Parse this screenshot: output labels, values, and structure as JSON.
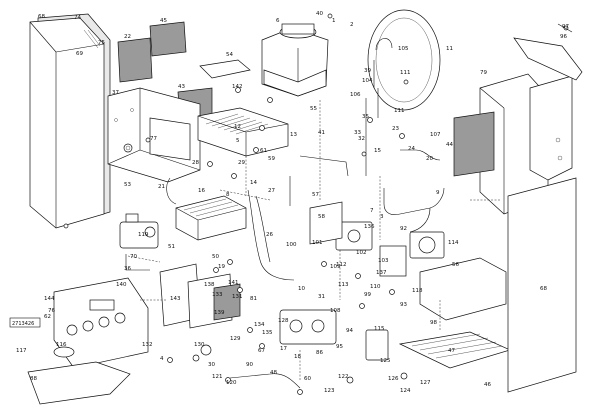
{
  "diagram": {
    "reference_code": "2713426",
    "labels": [
      {
        "id": "l74",
        "text": "74"
      },
      {
        "id": "l68a",
        "text": "68"
      },
      {
        "id": "l69",
        "text": "69"
      },
      {
        "id": "l75",
        "text": "75"
      },
      {
        "id": "l22",
        "text": "22"
      },
      {
        "id": "l45",
        "text": "45"
      },
      {
        "id": "l37",
        "text": "37"
      },
      {
        "id": "l43",
        "text": "43"
      },
      {
        "id": "l6",
        "text": "6"
      },
      {
        "id": "l40",
        "text": "40"
      },
      {
        "id": "l1",
        "text": "1"
      },
      {
        "id": "l54",
        "text": "54"
      },
      {
        "id": "l11",
        "text": "11"
      },
      {
        "id": "l105",
        "text": "105"
      },
      {
        "id": "l104",
        "text": "104"
      },
      {
        "id": "l111a",
        "text": "111"
      },
      {
        "id": "l106",
        "text": "106"
      },
      {
        "id": "l96",
        "text": "96"
      },
      {
        "id": "l97",
        "text": "97"
      },
      {
        "id": "l79",
        "text": "79"
      },
      {
        "id": "l142",
        "text": "142"
      },
      {
        "id": "l55",
        "text": "55"
      },
      {
        "id": "l41",
        "text": "41"
      },
      {
        "id": "l13",
        "text": "13"
      },
      {
        "id": "l12",
        "text": "12"
      },
      {
        "id": "l44",
        "text": "44"
      },
      {
        "id": "l15",
        "text": "15"
      },
      {
        "id": "l53",
        "text": "53"
      },
      {
        "id": "l21",
        "text": "21"
      },
      {
        "id": "l16",
        "text": "16"
      },
      {
        "id": "l57",
        "text": "57"
      },
      {
        "id": "l27",
        "text": "27"
      },
      {
        "id": "l9",
        "text": "9"
      },
      {
        "id": "l3",
        "text": "3"
      },
      {
        "id": "l58",
        "text": "58"
      },
      {
        "id": "l114",
        "text": "114"
      },
      {
        "id": "l136",
        "text": "136"
      },
      {
        "id": "l92",
        "text": "92"
      },
      {
        "id": "l26",
        "text": "26"
      },
      {
        "id": "l51",
        "text": "51"
      },
      {
        "id": "l119",
        "text": "119"
      },
      {
        "id": "l70",
        "text": "70"
      },
      {
        "id": "l101",
        "text": "101"
      },
      {
        "id": "l100",
        "text": "100"
      },
      {
        "id": "l109",
        "text": "109"
      },
      {
        "id": "l56",
        "text": "56"
      },
      {
        "id": "l137",
        "text": "137"
      },
      {
        "id": "l112",
        "text": "112"
      },
      {
        "id": "l113",
        "text": "113"
      },
      {
        "id": "l68b",
        "text": "68"
      },
      {
        "id": "l140",
        "text": "140"
      },
      {
        "id": "l144",
        "text": "144"
      },
      {
        "id": "l76",
        "text": "76"
      },
      {
        "id": "l62",
        "text": "62"
      },
      {
        "id": "l143",
        "text": "143"
      },
      {
        "id": "l133",
        "text": "133"
      },
      {
        "id": "l138",
        "text": "138"
      },
      {
        "id": "l141",
        "text": "141"
      },
      {
        "id": "l131",
        "text": "131"
      },
      {
        "id": "l139",
        "text": "139"
      },
      {
        "id": "l116",
        "text": "116"
      },
      {
        "id": "l117",
        "text": "117"
      },
      {
        "id": "l132",
        "text": "132"
      },
      {
        "id": "l130",
        "text": "130"
      },
      {
        "id": "l128",
        "text": "128"
      },
      {
        "id": "l115",
        "text": "115"
      },
      {
        "id": "l94",
        "text": "94"
      },
      {
        "id": "l126",
        "text": "126"
      },
      {
        "id": "l125",
        "text": "125"
      },
      {
        "id": "l127",
        "text": "127"
      },
      {
        "id": "l124",
        "text": "124"
      },
      {
        "id": "l47",
        "text": "47"
      },
      {
        "id": "l46",
        "text": "46"
      },
      {
        "id": "l88",
        "text": "88"
      },
      {
        "id": "l60",
        "text": "60"
      },
      {
        "id": "l123",
        "text": "123"
      },
      {
        "id": "l122",
        "text": "122"
      },
      {
        "id": "l102",
        "text": "102"
      },
      {
        "id": "l103",
        "text": "103"
      },
      {
        "id": "l110",
        "text": "110"
      },
      {
        "id": "l36",
        "text": "36"
      },
      {
        "id": "l28",
        "text": "28"
      },
      {
        "id": "l29",
        "text": "29"
      },
      {
        "id": "l59",
        "text": "59"
      },
      {
        "id": "l61",
        "text": "61"
      },
      {
        "id": "l33",
        "text": "33"
      },
      {
        "id": "l5",
        "text": "5"
      },
      {
        "id": "l35",
        "text": "35"
      },
      {
        "id": "l111b",
        "text": "111"
      },
      {
        "id": "l77",
        "text": "77"
      },
      {
        "id": "l107",
        "text": "107"
      },
      {
        "id": "l20",
        "text": "20"
      },
      {
        "id": "l24",
        "text": "24"
      },
      {
        "id": "l23",
        "text": "23"
      },
      {
        "id": "l39",
        "text": "39"
      },
      {
        "id": "l32",
        "text": "32"
      },
      {
        "id": "l8",
        "text": "8"
      },
      {
        "id": "l14",
        "text": "14"
      },
      {
        "id": "l30",
        "text": "30"
      },
      {
        "id": "l90",
        "text": "90"
      },
      {
        "id": "l121",
        "text": "121"
      },
      {
        "id": "l120",
        "text": "120"
      },
      {
        "id": "l48",
        "text": "48"
      },
      {
        "id": "l81",
        "text": "81"
      },
      {
        "id": "l50",
        "text": "50"
      },
      {
        "id": "l19",
        "text": "19"
      },
      {
        "id": "l129",
        "text": "129"
      },
      {
        "id": "l134",
        "text": "134"
      },
      {
        "id": "l135",
        "text": "135"
      },
      {
        "id": "l17",
        "text": "17"
      },
      {
        "id": "l18",
        "text": "18"
      },
      {
        "id": "l67",
        "text": "67"
      },
      {
        "id": "l86",
        "text": "86"
      },
      {
        "id": "l95",
        "text": "95"
      },
      {
        "id": "l108",
        "text": "108"
      },
      {
        "id": "l31",
        "text": "31"
      },
      {
        "id": "l98",
        "text": "98"
      },
      {
        "id": "l93",
        "text": "93"
      },
      {
        "id": "l118",
        "text": "118"
      },
      {
        "id": "l2",
        "text": "2"
      },
      {
        "id": "l10",
        "text": "10"
      },
      {
        "id": "l7",
        "text": "7"
      },
      {
        "id": "l4",
        "text": "4"
      },
      {
        "id": "l99",
        "text": "99"
      }
    ]
  }
}
